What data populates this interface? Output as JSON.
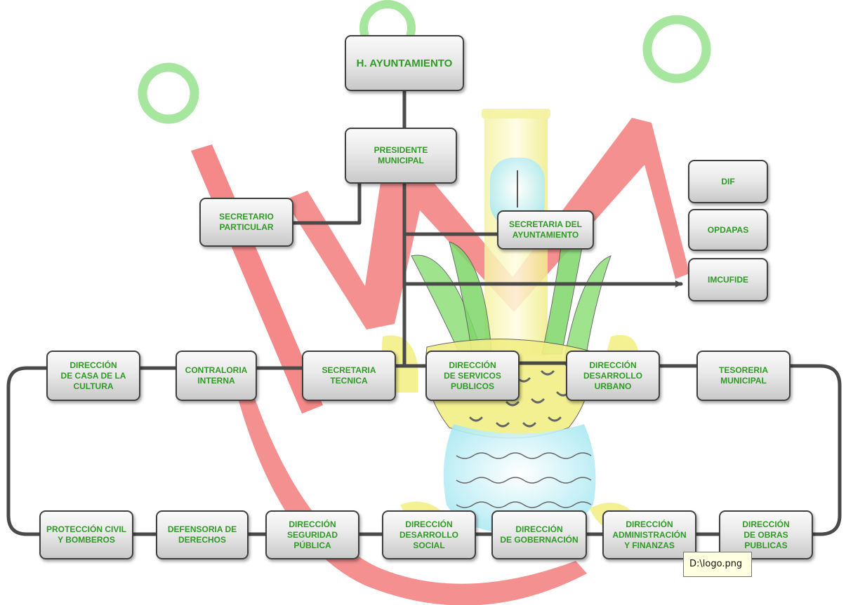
{
  "colors": {
    "label_green": "#2f9a25",
    "connector": "#4a4a4a",
    "box_border": "#3f3f3f",
    "logo_red": "#f26b6b",
    "logo_green": "#5fd14f",
    "logo_yellow": "#f2ef86",
    "logo_cyan": "#bdeff6",
    "tooltip_bg": "#ffffe1"
  },
  "chart": {
    "title": "H. AYUNTAMIENTO",
    "president": "PRESIDENTE\nMUNICIPAL",
    "secretario_particular": "SECRETARIO\nPARTICULAR",
    "secretaria_ayuntamiento": "SECRETARIA DEL\nAYUNTAMIENTO",
    "dif": "DIF",
    "opdapas": "OPDAPAS",
    "imcufide": "IMCUFIDE",
    "row1": [
      "DIRECCIÓN\nDE CASA DE LA\nCULTURA",
      "CONTRALORIA\nINTERNA",
      "SECRETARIA\nTECNICA",
      "DIRECCIÓN\nDE SERVICOS\nPUBLICOS",
      "DIRECCIÓN\nDESARROLLO\nURBANO",
      "TESORERIA\nMUNICIPAL"
    ],
    "row2": [
      "PROTECCIÓN CIVIL\nY BOMBEROS",
      "DEFENSORIA DE\nDERECHOS",
      "DIRECCIÓN\nSEGURIDAD\nPÚBLICA",
      "DIRECCIÓN\nDESARROLLO\nSOCIAL",
      "DIRECCIÓN\nDE  GOBERNACIÓN",
      "DIRECCIÓN\nADMINISTRACIÓN\nY FINANZAS",
      "DIRECCIÓN\nDE OBRAS\nPUBLICAS"
    ]
  },
  "tooltip": {
    "text": "D:\\logo.png"
  }
}
